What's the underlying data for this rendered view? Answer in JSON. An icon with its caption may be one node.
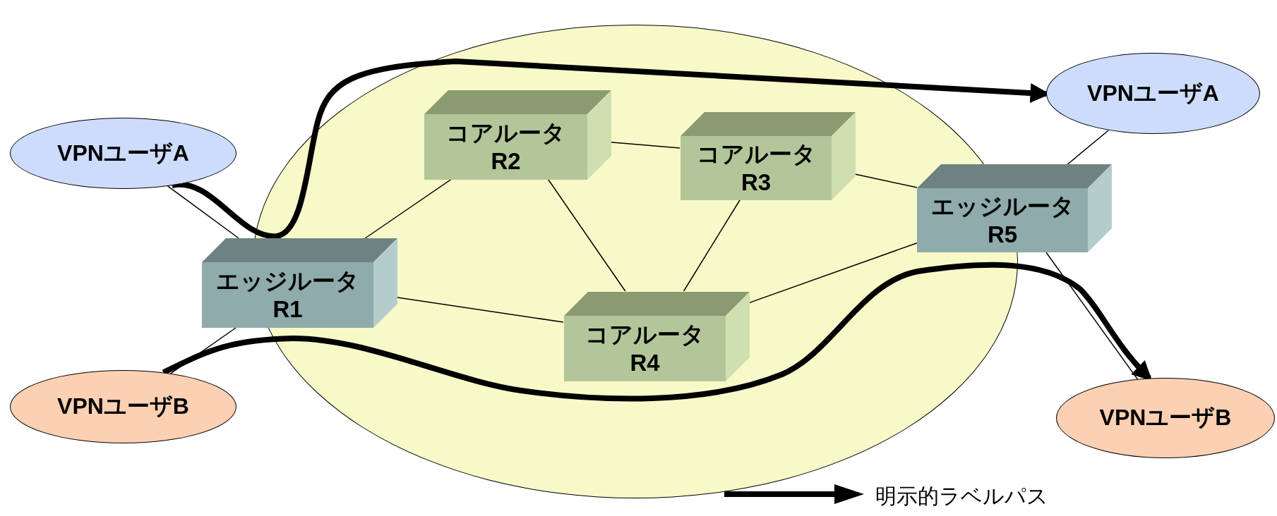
{
  "diagram": {
    "nodes": [
      {
        "text": [],
        "shape": "ellipse"
      },
      {
        "text": [
          "VPNユーザA"
        ]
      },
      {
        "text": [
          "コアルータ",
          "R2"
        ],
        "in": 0
      },
      {
        "text": [
          "コアルータ",
          "R3"
        ],
        "in": 0
      },
      {
        "text": [
          "VPNユーザA"
        ]
      },
      {
        "text": [
          "エッジルータ",
          "R5"
        ]
      },
      {
        "text": [
          "エッジルータ",
          "R1"
        ]
      },
      {
        "text": [
          "コアルータ",
          "R4"
        ],
        "in": 0
      },
      {
        "text": [
          "VPNユーザB"
        ]
      },
      {
        "text": [
          "VPNユーザB"
        ]
      }
    ],
    "edges": [
      {
        "from": 1,
        "to": 6,
        "arrow": "none"
      },
      {
        "from": 8,
        "to": 6,
        "arrow": "none"
      },
      {
        "from": 6,
        "to": 2,
        "arrow": "none"
      },
      {
        "from": 6,
        "to": 7,
        "arrow": "none"
      },
      {
        "from": 2,
        "to": 3,
        "arrow": "none"
      },
      {
        "from": 2,
        "to": 7,
        "arrow": "none"
      },
      {
        "from": 3,
        "to": 7,
        "arrow": "none"
      },
      {
        "from": 3,
        "to": 5,
        "arrow": "none"
      },
      {
        "from": 7,
        "to": 5,
        "arrow": "none"
      },
      {
        "from": 5,
        "to": 4,
        "arrow": "none"
      },
      {
        "from": 5,
        "to": 9,
        "arrow": "none"
      },
      {
        "from": 1,
        "to": 4,
        "arrow": "to",
        "style": "thick"
      },
      {
        "from": 8,
        "to": 9,
        "arrow": "to",
        "style": "thick"
      }
    ],
    "legend": [
      {
        "text": "明示的ラベルパス"
      }
    ]
  }
}
